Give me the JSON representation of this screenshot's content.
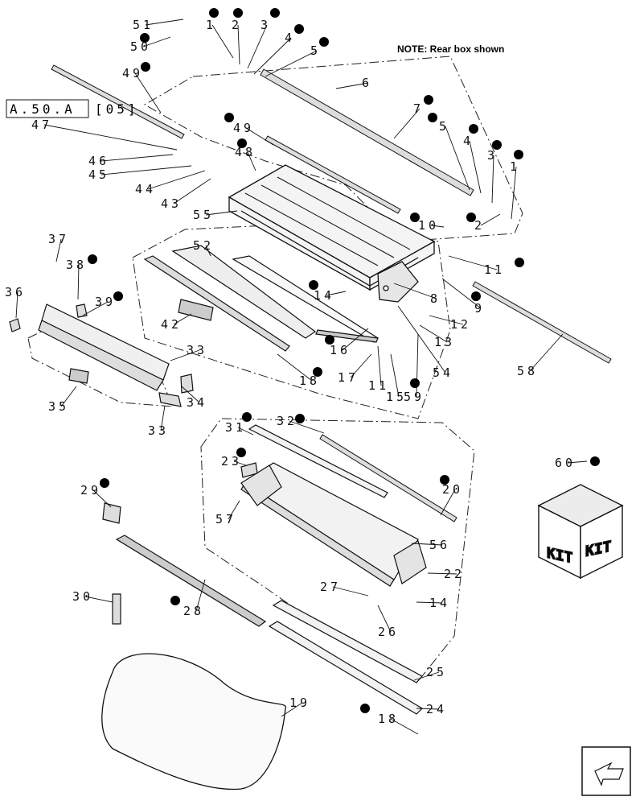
{
  "note": "NOTE: Rear box shown",
  "reference_box": {
    "section": "A.50.A",
    "page": "[05]"
  },
  "kit_label": "KIT",
  "callouts": [
    {
      "label": "51",
      "dot": false
    },
    {
      "label": "50",
      "dot": true
    },
    {
      "label": "49",
      "dot": true
    },
    {
      "label": "1",
      "dot": true
    },
    {
      "label": "2",
      "dot": true
    },
    {
      "label": "3",
      "dot": true
    },
    {
      "label": "4",
      "dot": true
    },
    {
      "label": "5",
      "dot": true
    },
    {
      "label": "6",
      "dot": false
    },
    {
      "label": "7",
      "dot": true
    },
    {
      "label": "47",
      "dot": false
    },
    {
      "label": "46",
      "dot": false
    },
    {
      "label": "45",
      "dot": false
    },
    {
      "label": "44",
      "dot": false
    },
    {
      "label": "43",
      "dot": false
    },
    {
      "label": "49",
      "dot": true
    },
    {
      "label": "48",
      "dot": true
    },
    {
      "label": "55",
      "dot": false
    },
    {
      "label": "5",
      "dot": true
    },
    {
      "label": "4",
      "dot": true
    },
    {
      "label": "3",
      "dot": true
    },
    {
      "label": "1",
      "dot": true
    },
    {
      "label": "2",
      "dot": true
    },
    {
      "label": "10",
      "dot": true
    },
    {
      "label": "11",
      "dot": true
    },
    {
      "label": "8",
      "dot": false
    },
    {
      "label": "9",
      "dot": true
    },
    {
      "label": "58",
      "dot": false
    },
    {
      "label": "37",
      "dot": false
    },
    {
      "label": "38",
      "dot": true
    },
    {
      "label": "39",
      "dot": true
    },
    {
      "label": "36",
      "dot": false
    },
    {
      "label": "52",
      "dot": false
    },
    {
      "label": "42",
      "dot": false
    },
    {
      "label": "14",
      "dot": true
    },
    {
      "label": "12",
      "dot": false
    },
    {
      "label": "13",
      "dot": false
    },
    {
      "label": "16",
      "dot": true
    },
    {
      "label": "54",
      "dot": false
    },
    {
      "label": "33",
      "dot": false
    },
    {
      "label": "34",
      "dot": false
    },
    {
      "label": "35",
      "dot": false
    },
    {
      "label": "33",
      "dot": false
    },
    {
      "label": "18",
      "dot": true
    },
    {
      "label": "17",
      "dot": false
    },
    {
      "label": "11",
      "dot": false
    },
    {
      "label": "15",
      "dot": false
    },
    {
      "label": "59",
      "dot": true
    },
    {
      "label": "31",
      "dot": true
    },
    {
      "label": "32",
      "dot": true
    },
    {
      "label": "23",
      "dot": true
    },
    {
      "label": "20",
      "dot": true
    },
    {
      "label": "57",
      "dot": false
    },
    {
      "label": "60",
      "dot": true
    },
    {
      "label": "29",
      "dot": true
    },
    {
      "label": "56",
      "dot": false
    },
    {
      "label": "22",
      "dot": false
    },
    {
      "label": "27",
      "dot": false
    },
    {
      "label": "14",
      "dot": false
    },
    {
      "label": "30",
      "dot": false
    },
    {
      "label": "28",
      "dot": true
    },
    {
      "label": "26",
      "dot": false
    },
    {
      "label": "25",
      "dot": false
    },
    {
      "label": "19",
      "dot": false
    },
    {
      "label": "18",
      "dot": true
    },
    {
      "label": "24",
      "dot": false
    }
  ]
}
